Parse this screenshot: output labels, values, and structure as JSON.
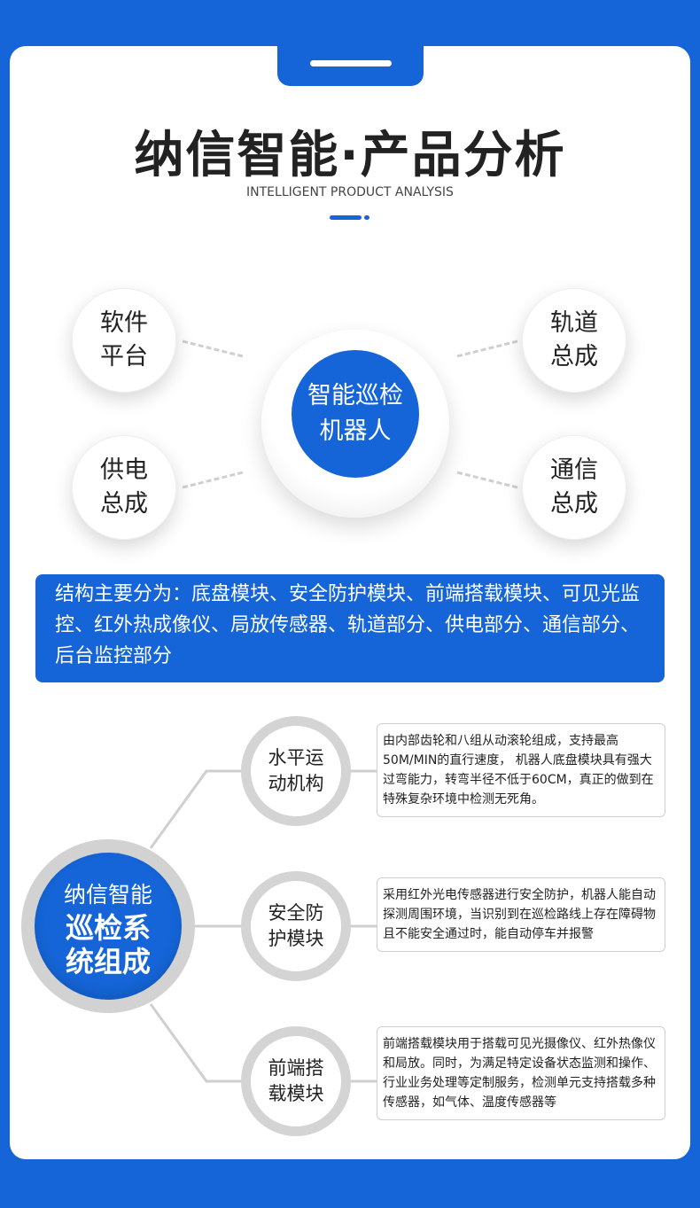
{
  "header": {
    "title": "纳信智能·产品分析",
    "subtitle": "INTELLIGENT PRODUCT ANALYSIS"
  },
  "top_diagram": {
    "center": "智能巡检\n机器人",
    "items": [
      {
        "label": "软件\n平台"
      },
      {
        "label": "轨道\n总成"
      },
      {
        "label": "供电\n总成"
      },
      {
        "label": "通信\n总成"
      }
    ]
  },
  "structure_text": "结构主要分为：底盘模块、安全防护模块、前端搭载模块、可见光监控、红外热成像仪、局放传感器、轨道部分、供电部分、通信部分、后台监控部分",
  "system": {
    "line1": "纳信智能",
    "line2": "巡检系\n统组成",
    "modules": [
      {
        "label": "水平运\n动机构",
        "desc": "由内部齿轮和八组从动滚轮组成，支持最高50M/MIN的直行速度， 机器人底盘模块具有强大过弯能力，转弯半径不低于60CM，真正的做到在特殊复杂环境中检测无死角。"
      },
      {
        "label": "安全防\n护模块",
        "desc": "采用红外光电传感器进行安全防护，机器人能自动探测周围环境，当识别到在巡检路线上存在障碍物且不能安全通过时，能自动停车并报警"
      },
      {
        "label": "前端搭\n载模块",
        "desc": "前端搭载模块用于搭载可见光摄像仪、红外热像仪和局放。同时，为满足特定设备状态监测和操作、行业业务处理等定制服务，检测单元支持搭载多种传感器，如气体、温度传感器等"
      }
    ]
  },
  "colors": {
    "brand_blue": "#1565d8",
    "ring_gray": "#d4d4d4"
  }
}
